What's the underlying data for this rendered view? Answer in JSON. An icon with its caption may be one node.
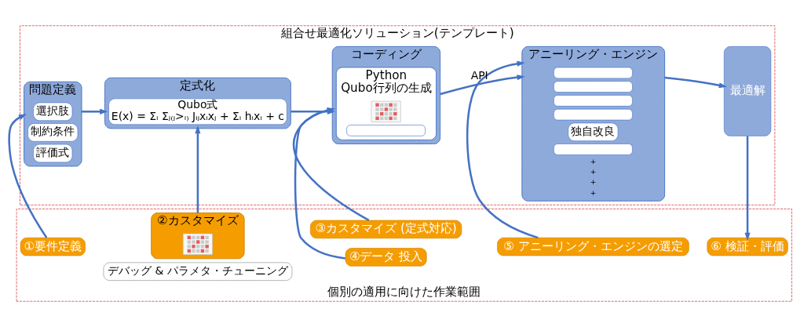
{
  "diagram": {
    "nodes": [
      {
        "text": [
          "組合せ最適化ソリューション(テンプレート)"
        ]
      },
      {
        "text": [
          "問題定義"
        ],
        "in": 0
      },
      {
        "text": [
          "選択肢"
        ],
        "in": 1
      },
      {
        "text": [
          "制約条件"
        ],
        "in": 1
      },
      {
        "text": [
          "評価式"
        ],
        "in": 1
      },
      {
        "text": [
          "定式化"
        ],
        "in": 0
      },
      {
        "text": [
          "Qubo式",
          "E(x) = Σᵢ Σⱼ₍ⱼ>ᵢ₎ Jᵢⱼxᵢxⱼ + Σᵢ hᵢxᵢ + c"
        ],
        "in": 5
      },
      {
        "text": [
          "コーディング"
        ],
        "in": 0
      },
      {
        "text": [
          "Python",
          "Qubo行列の生成"
        ],
        "in": 7
      },
      {
        "text": [],
        "shape": "picture",
        "in": 8
      },
      {
        "text": [],
        "shape": "box",
        "in": 8
      },
      {
        "text": [
          "アニーリング・エンジン"
        ],
        "in": 0
      },
      {
        "text": [],
        "shape": "box",
        "in": 11
      },
      {
        "text": [],
        "shape": "box",
        "in": 11
      },
      {
        "text": [],
        "shape": "box",
        "in": 11
      },
      {
        "text": [],
        "shape": "box",
        "in": 11
      },
      {
        "text": [
          "独自改良"
        ],
        "in": 11
      },
      {
        "text": [],
        "shape": "box",
        "in": 11
      },
      {
        "text": [
          "最適解"
        ],
        "in": 0
      },
      {
        "text": [
          "個別の適用に向けた作業範囲"
        ]
      },
      {
        "text": [
          "①要件定義"
        ],
        "in": 19
      },
      {
        "text": [
          "②カスタマイズ"
        ],
        "in": 19
      },
      {
        "text": [],
        "shape": "picture",
        "in": 21
      },
      {
        "text": [
          "③カスタマイズ (定式対応)"
        ],
        "in": 19
      },
      {
        "text": [
          "④データ 投入"
        ],
        "in": 19
      },
      {
        "text": [
          "⑤ アニーリング・エンジンの選定"
        ],
        "in": 19
      },
      {
        "text": [
          "⑥ 検証・評価"
        ],
        "in": 19
      },
      {
        "text": [
          "デバッグ & パラメタ・チューニング"
        ],
        "in": 19
      }
    ],
    "edges": [
      {
        "from": 1,
        "to": 5,
        "arrow": "to"
      },
      {
        "from": 5,
        "to": 7,
        "arrow": "to"
      },
      {
        "from": 7,
        "to": 11,
        "arrow": "to",
        "label": "API"
      },
      {
        "from": 11,
        "to": 18,
        "arrow": "to"
      },
      {
        "from": 20,
        "to": 1,
        "arrow": "to"
      },
      {
        "from": 21,
        "to": 5,
        "arrow": "to"
      },
      {
        "from": 23,
        "to": 7,
        "arrow": "to"
      },
      {
        "from": 24,
        "to": 7,
        "arrow": "to"
      },
      {
        "from": 25,
        "to": 11,
        "arrow": "to"
      },
      {
        "from": 18,
        "to": 26,
        "arrow": "to"
      }
    ],
    "labels": [
      "+",
      "+",
      "+",
      "+"
    ]
  }
}
